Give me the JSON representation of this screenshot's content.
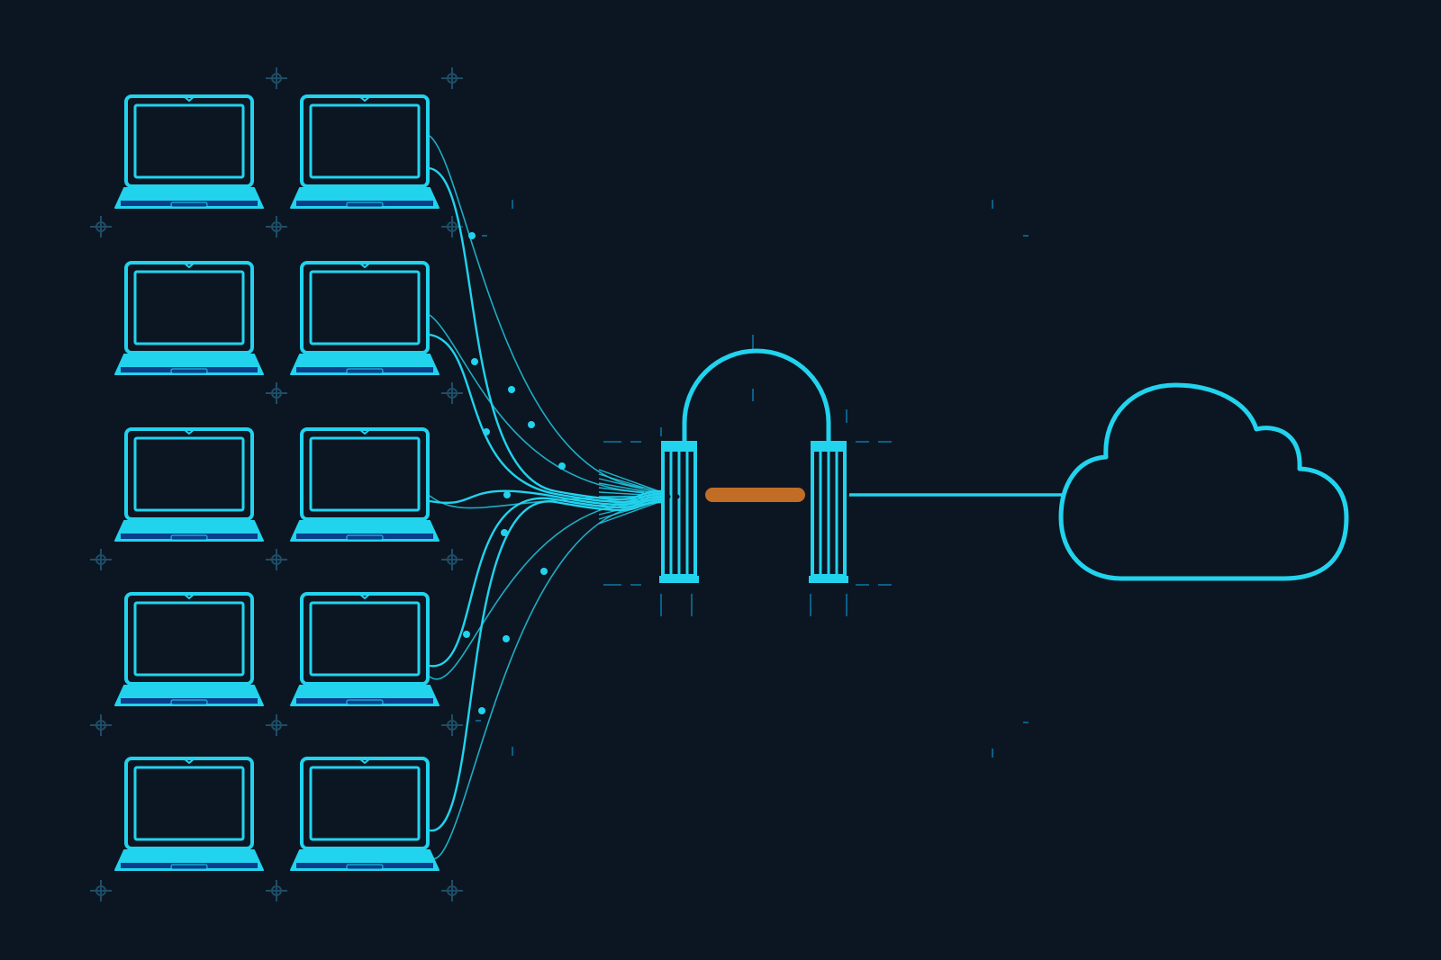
{
  "colors": {
    "background": "#0c1622",
    "line": "#22d3ee",
    "line_dark": "#0a5f86",
    "keyboard": "#0b3e8a",
    "barrier": "#c26d25",
    "crosshair": "#1e4d66"
  },
  "diagram": {
    "devices": [
      {
        "id": "laptop-1",
        "icon": "laptop-icon",
        "column": 0,
        "row": 0,
        "connected": false
      },
      {
        "id": "laptop-2",
        "icon": "laptop-icon",
        "column": 1,
        "row": 0,
        "connected": true
      },
      {
        "id": "laptop-3",
        "icon": "laptop-icon",
        "column": 0,
        "row": 1,
        "connected": false
      },
      {
        "id": "laptop-4",
        "icon": "laptop-icon",
        "column": 1,
        "row": 1,
        "connected": true
      },
      {
        "id": "laptop-5",
        "icon": "laptop-icon",
        "column": 0,
        "row": 2,
        "connected": false
      },
      {
        "id": "laptop-6",
        "icon": "laptop-icon",
        "column": 1,
        "row": 2,
        "connected": true
      },
      {
        "id": "laptop-7",
        "icon": "laptop-icon",
        "column": 0,
        "row": 3,
        "connected": false
      },
      {
        "id": "laptop-8",
        "icon": "laptop-icon",
        "column": 1,
        "row": 3,
        "connected": true
      },
      {
        "id": "laptop-9",
        "icon": "laptop-icon",
        "column": 0,
        "row": 4,
        "connected": false
      },
      {
        "id": "laptop-10",
        "icon": "laptop-icon",
        "column": 1,
        "row": 4,
        "connected": true
      }
    ],
    "gateway": {
      "icon": "gateway-arch-icon",
      "barrier": "closed"
    },
    "destination": {
      "icon": "cloud-icon"
    },
    "links_from_devices": 10,
    "links_to_cloud": 1
  }
}
